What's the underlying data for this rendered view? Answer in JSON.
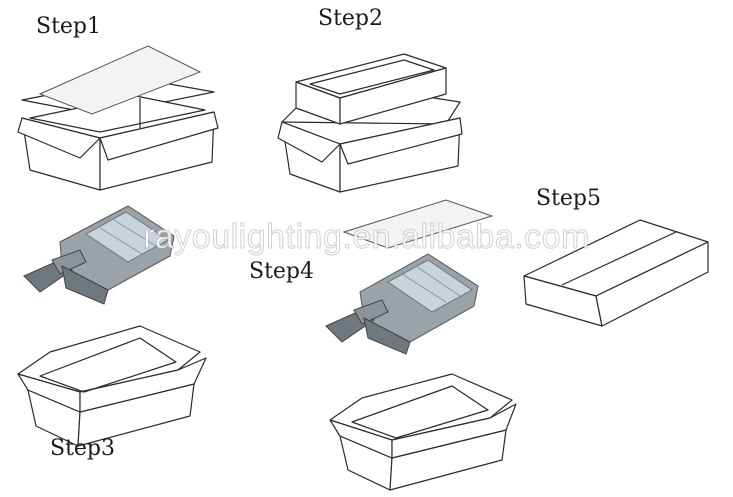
{
  "steps": [
    {
      "label": "Step1"
    },
    {
      "label": "Step2"
    },
    {
      "label": "Step3"
    },
    {
      "label": "Step4"
    },
    {
      "label": "Step5"
    }
  ],
  "watermark": "rayoulighting.en.alibaba.com",
  "colors": {
    "outline": "#2b2b2b",
    "lamp_body": "#9aa3a8",
    "lamp_dark": "#6f787d",
    "led_panel": "#c9d3dc",
    "background": "#ffffff"
  }
}
